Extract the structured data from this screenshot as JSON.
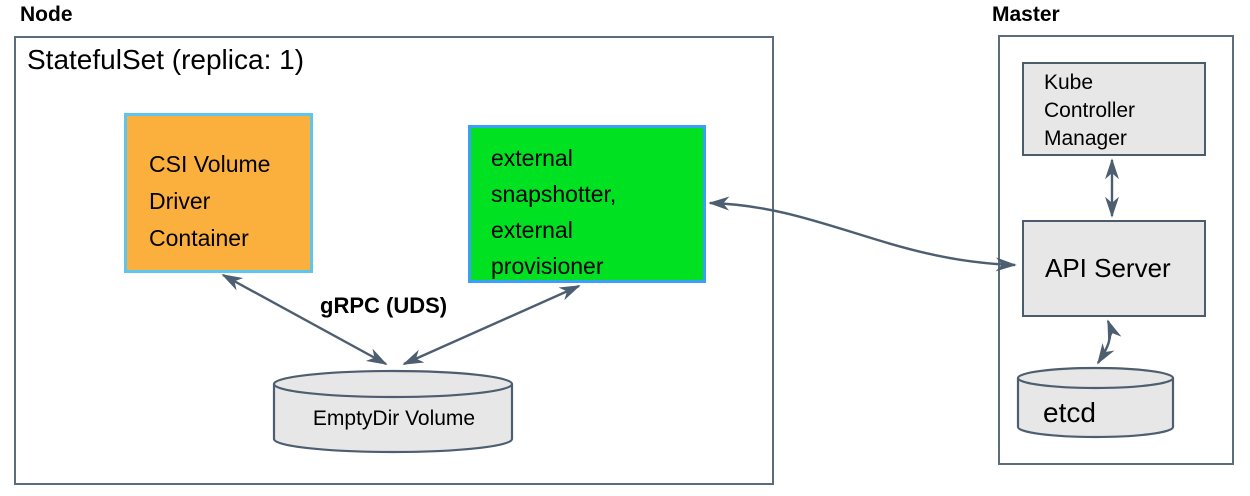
{
  "node": {
    "group_label": "Node",
    "statefulset_label": "StatefulSet (replica: 1)",
    "csi_driver_box": {
      "lines": [
        "CSI Volume",
        "Driver",
        "Container"
      ]
    },
    "sidecar_box": {
      "lines": [
        "external",
        "snapshotter,",
        "external",
        "provisioner"
      ]
    },
    "grpc_label": "gRPC (UDS)",
    "emptydir_label": "EmptyDir Volume"
  },
  "master": {
    "group_label": "Master",
    "controller_manager_box": {
      "lines": [
        "Kube",
        "Controller",
        "Manager"
      ]
    },
    "api_server_label": "API Server",
    "etcd_label": "etcd"
  },
  "colors": {
    "csi-box-fill": "#FBB03D",
    "csi-box-border": "#5CC6EF",
    "sidecar-box-fill": "#00E121",
    "sidecar-box-border": "#3B9FF8",
    "component-fill": "#E7E7E7",
    "component-border": "#4B5C6D",
    "outer-border": "#5D6C7A",
    "arrow": "#4C5E6F",
    "text": "#000000"
  }
}
